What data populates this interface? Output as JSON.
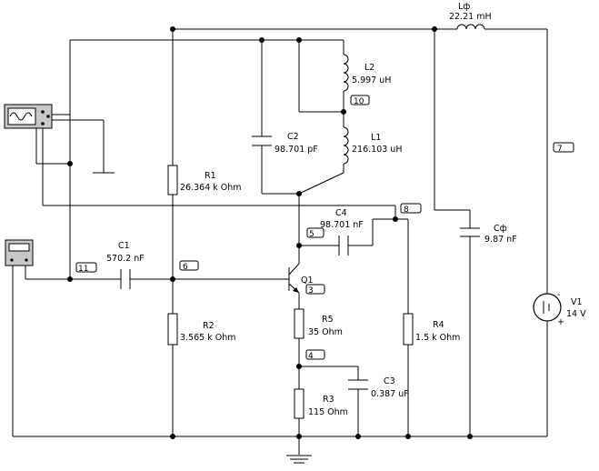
{
  "components": {
    "Lf": {
      "name": "Lф",
      "value": "22.21 mH"
    },
    "L2": {
      "name": "L2",
      "value": "5.997 uH"
    },
    "L1": {
      "name": "L1",
      "value": "216.103 uH"
    },
    "C2": {
      "name": "C2",
      "value": "98.701 pF"
    },
    "R1": {
      "name": "R1",
      "value": "26.364 k Ohm"
    },
    "C4": {
      "name": "C4",
      "value": "98.701 nF"
    },
    "Cf": {
      "name": "Cф",
      "value": "9.87 nF"
    },
    "C1": {
      "name": "C1",
      "value": "570.2 nF"
    },
    "Q1": {
      "name": "Q1"
    },
    "R2": {
      "name": "R2",
      "value": "3.565 k Ohm"
    },
    "R5": {
      "name": "R5",
      "value": "35  Ohm"
    },
    "R4": {
      "name": "R4",
      "value": "1.5 k Ohm"
    },
    "V1": {
      "name": "V1",
      "value": "14 V"
    },
    "C3": {
      "name": "C3",
      "value": "0.387 uF"
    },
    "R3": {
      "name": "R3",
      "value": "115  Ohm"
    }
  },
  "nodes": {
    "n10": "10",
    "n7": "7",
    "n8": "8",
    "n5": "5",
    "n11": "11",
    "n6": "6",
    "n3": "3",
    "n4": "4"
  },
  "symbols": {
    "plus": "+",
    "minus": "-"
  }
}
